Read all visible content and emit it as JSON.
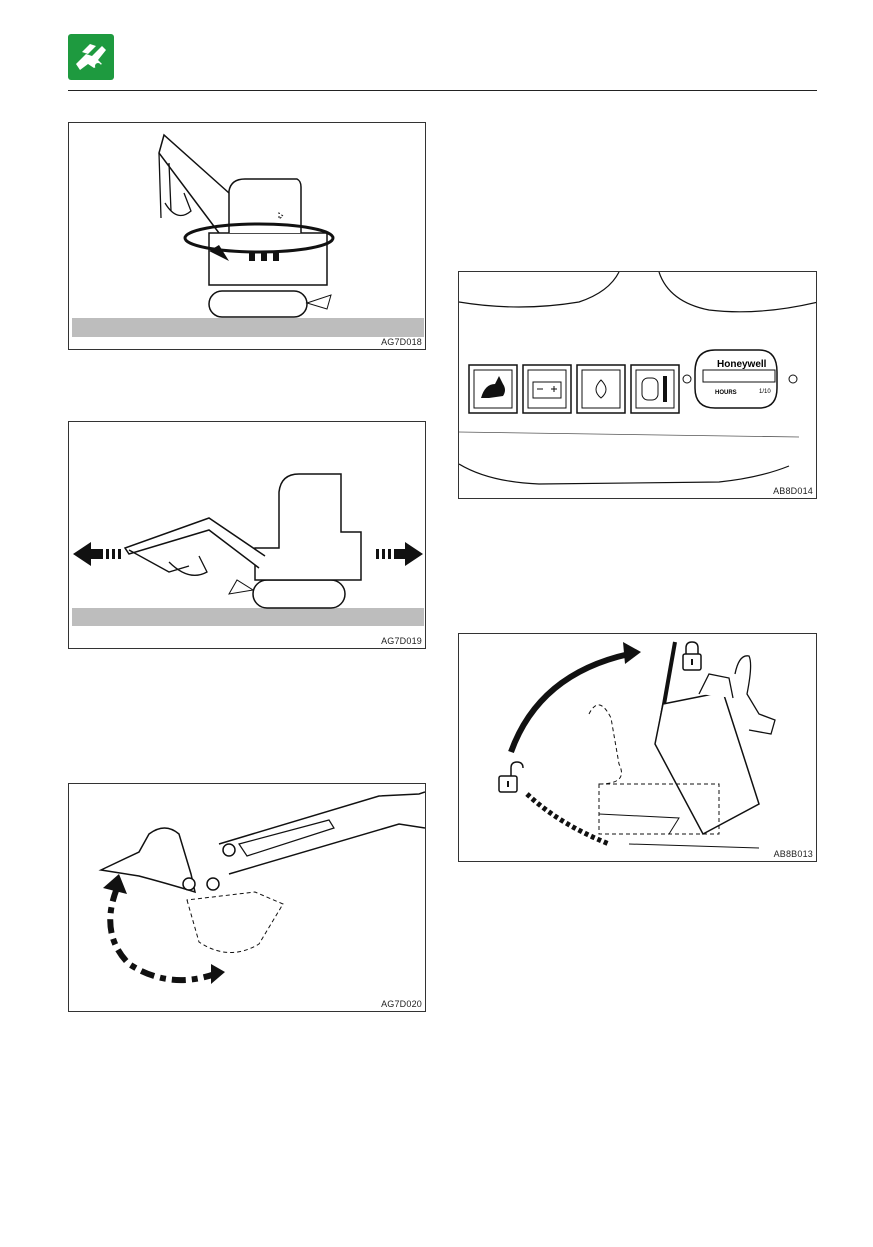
{
  "header": {
    "icon": "hand-wrench-icon"
  },
  "figures": {
    "swing": {
      "code": "AG7D018"
    },
    "travel": {
      "code": "AG7D019"
    },
    "bucket": {
      "code": "AG7D020"
    },
    "instrument_panel": {
      "code": "AB8D014",
      "brand": "Honeywell",
      "hours_label": "HOURS",
      "tenth_label": "1/10"
    },
    "safety_lever": {
      "code": "AB8B013"
    }
  },
  "colors": {
    "logo_green": "#1e9a3f",
    "ground_gray": "#bdbdbd"
  }
}
